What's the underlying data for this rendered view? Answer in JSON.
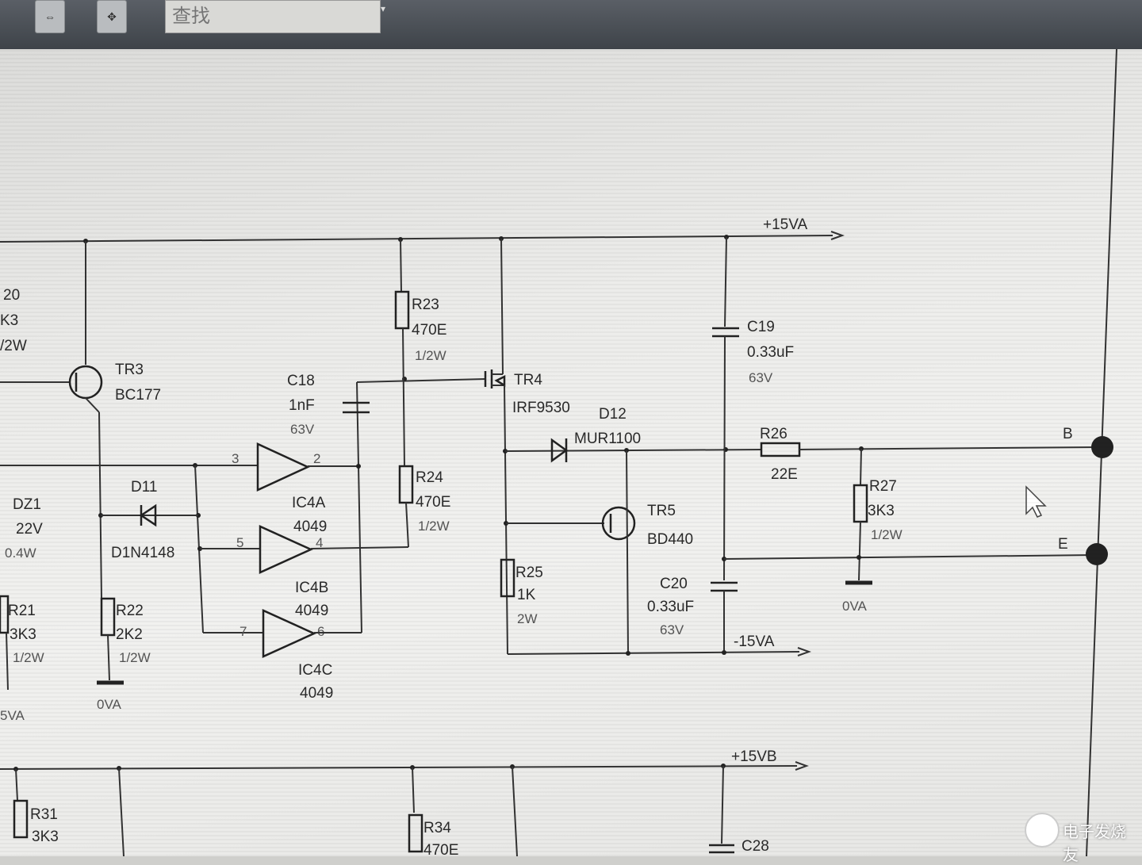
{
  "toolbar": {
    "search_placeholder": "查找",
    "dropdown_arrow": "▾",
    "btn1_icon": "⇔",
    "btn2_icon": "✥"
  },
  "schematic": {
    "rails": {
      "plus15va": "+15VA",
      "minus15va": "-15VA",
      "plus15vb": "+15VB",
      "ground": "0VA"
    },
    "terminals": {
      "b": "B",
      "e": "E"
    },
    "partial_left": {
      "ref": "20",
      "value": "K3",
      "rating": "/2W",
      "rail": "5VA"
    },
    "components": [
      {
        "key": "tr3",
        "ref": "TR3",
        "value": "BC177"
      },
      {
        "key": "c18",
        "ref": "C18",
        "value": "1nF",
        "rating": "63V"
      },
      {
        "key": "r23",
        "ref": "R23",
        "value": "470E",
        "rating": "1/2W"
      },
      {
        "key": "tr4",
        "ref": "TR4",
        "value": "IRF9530"
      },
      {
        "key": "c19",
        "ref": "C19",
        "value": "0.33uF",
        "rating": "63V"
      },
      {
        "key": "d12",
        "ref": "D12",
        "value": "MUR1100"
      },
      {
        "key": "r26",
        "ref": "R26",
        "value": "22E"
      },
      {
        "key": "dz1",
        "ref": "DZ1",
        "value": "22V",
        "rating": "0.4W"
      },
      {
        "key": "d11",
        "ref": "D11",
        "value": "D1N4148"
      },
      {
        "key": "ic4a",
        "ref": "IC4A",
        "value": "4049",
        "pin_in": "3",
        "pin_out": "2"
      },
      {
        "key": "ic4b",
        "ref": "IC4B",
        "value": "4049",
        "pin_in": "5",
        "pin_out": "4"
      },
      {
        "key": "ic4c",
        "ref": "IC4C",
        "value": "4049",
        "pin_in": "7",
        "pin_out": "6"
      },
      {
        "key": "r24",
        "ref": "R24",
        "value": "470E",
        "rating": "1/2W"
      },
      {
        "key": "tr5",
        "ref": "TR5",
        "value": "BD440"
      },
      {
        "key": "r27",
        "ref": "R27",
        "value": "3K3",
        "rating": "1/2W"
      },
      {
        "key": "r21",
        "ref": "R21",
        "value": "3K3",
        "rating": "1/2W"
      },
      {
        "key": "r22",
        "ref": "R22",
        "value": "2K2",
        "rating": "1/2W"
      },
      {
        "key": "r25",
        "ref": "R25",
        "value": "1K",
        "rating": "2W"
      },
      {
        "key": "c20",
        "ref": "C20",
        "value": "0.33uF",
        "rating": "63V"
      },
      {
        "key": "r31",
        "ref": "R31",
        "value": "3K3"
      },
      {
        "key": "r34",
        "ref": "R34",
        "value": "470E"
      },
      {
        "key": "c28",
        "ref": "C28"
      }
    ]
  },
  "watermark": {
    "text": "电子发烧友"
  }
}
